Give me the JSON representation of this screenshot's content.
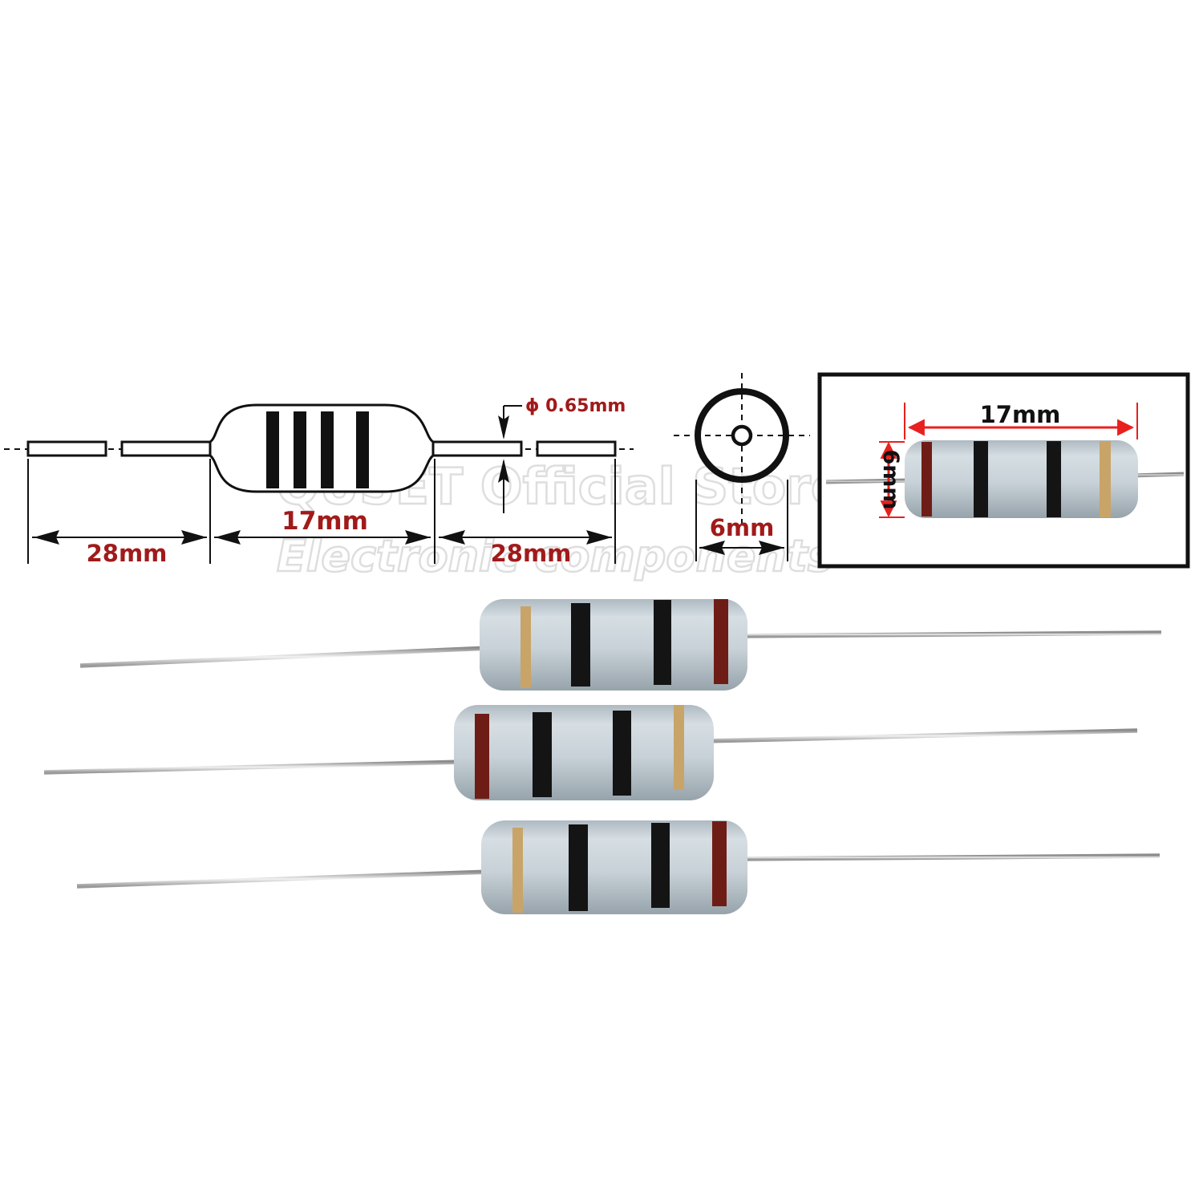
{
  "watermark": {
    "line1": "QUSET Official Store",
    "line2": "Electronic components"
  },
  "drawing": {
    "lead_left": "28mm",
    "body_length": "17mm",
    "lead_right": "28mm",
    "lead_diameter": "ϕ 0.65mm",
    "body_diameter": "6mm"
  },
  "photo_inset": {
    "length": "17mm",
    "diameter": "6mm"
  },
  "colors": {
    "dimension_text": "#a11a1a",
    "inset_arrow": "#e8201e",
    "resistor_body": "#c9d3d9",
    "band_black": "#141414",
    "band_brown": "#6e1d16",
    "band_gold": "#c8a469"
  }
}
